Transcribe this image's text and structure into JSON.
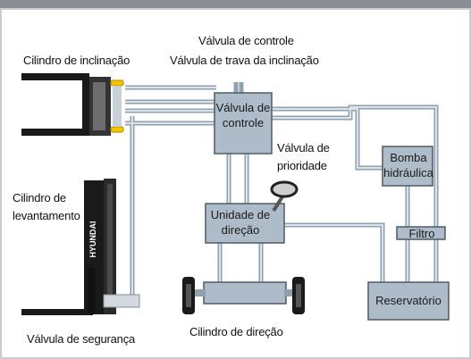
{
  "labels": {
    "tilt_cylinder": "Cilindro de inclinação",
    "control_valve_title": "Válvula de controle",
    "tilt_lock_valve": "Válvula de trava da inclinação",
    "control_valve_box": "Válvula de controle",
    "priority_valve": "Válvula de prioridade",
    "pump": "Bomba hidráulica",
    "lift_cylinder": "Cilindro de levantamento",
    "steering_unit": "Unidade de direção",
    "filter": "Filtro",
    "reservoir": "Reservatório",
    "safety_valve": "Válvula de segurança",
    "steering_cylinder": "Cilindro de direção",
    "mast_brand": "HYUNDAI"
  },
  "colors": {
    "top_bar": "#8a8e94",
    "frame": "#c9ccd0",
    "box_fill": "#aebcc9",
    "box_stroke": "#4c5b69",
    "pipe": "#c5ced6",
    "pipe_stroke": "#7f8e9c",
    "fork": "#1a1a1a",
    "accent": "#f2c400"
  }
}
